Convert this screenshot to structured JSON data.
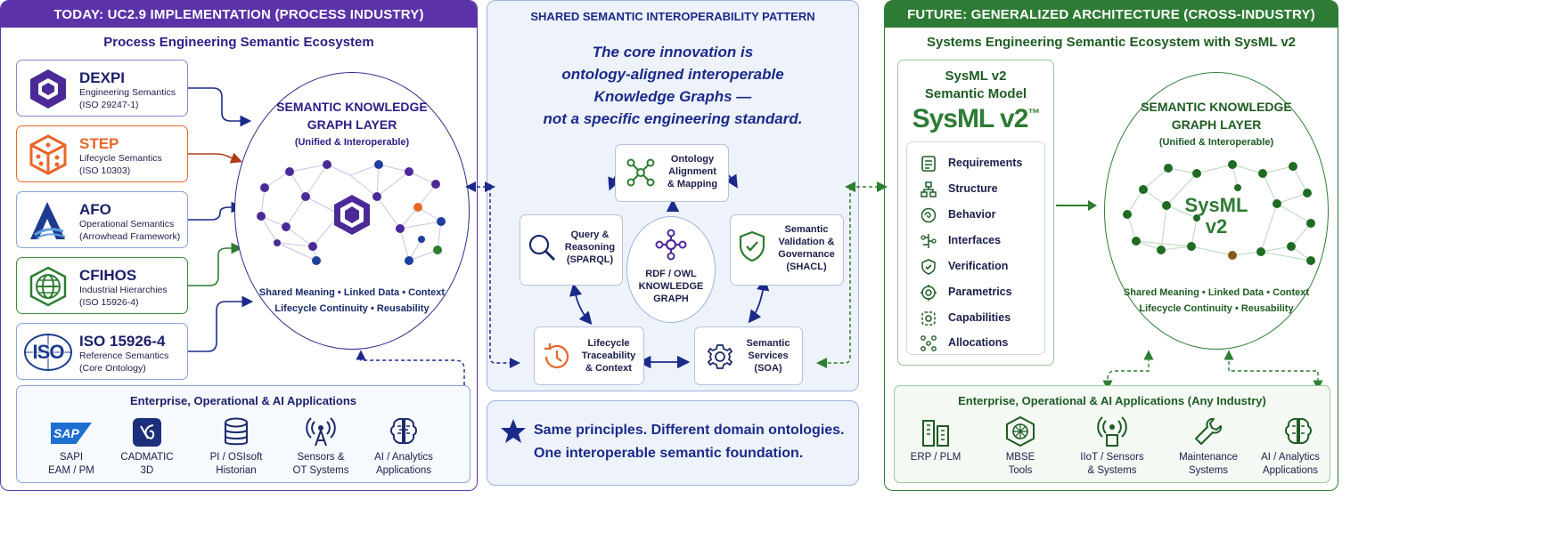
{
  "left": {
    "header": "TODAY: UC2.9 IMPLEMENTATION (PROCESS INDUSTRY)",
    "subtitle": "Process Engineering Semantic Ecosystem",
    "standards": [
      {
        "name": "DEXPI",
        "line1": "Engineering Semantics",
        "line2": "(ISO 29247-1)"
      },
      {
        "name": "STEP",
        "line1": "Lifecycle Semantics",
        "line2": "(ISO 10303)"
      },
      {
        "name": "AFO",
        "line1": "Operational Semantics",
        "line2": "(Arrowhead Framework)"
      },
      {
        "name": "CFIHOS",
        "line1": "Industrial Hierarchies",
        "line2": "(ISO 15926-4)"
      },
      {
        "name": "ISO 15926-4",
        "line1": "Reference Semantics",
        "line2": "(Core Ontology)",
        "logo_text": "ISO"
      }
    ],
    "kg": {
      "title1": "SEMANTIC KNOWLEDGE",
      "title2": "GRAPH LAYER",
      "subtitle": "(Unified & Interoperable)",
      "footer1": "Shared Meaning • Linked Data • Context",
      "footer2": "Lifecycle Continuity • Reusability"
    },
    "apps": {
      "title": "Enterprise, Operational & AI Applications",
      "items": [
        {
          "line1": "SAPI",
          "line2": "EAM / PM",
          "logo": "SAP"
        },
        {
          "line1": "CADMATIC",
          "line2": "3D"
        },
        {
          "line1": "PI / OSIsoft",
          "line2": "Historian"
        },
        {
          "line1": "Sensors &",
          "line2": "OT Systems"
        },
        {
          "line1": "AI / Analytics",
          "line2": "Applications"
        }
      ]
    }
  },
  "middle": {
    "header": "SHARED SEMANTIC INTEROPERABILITY PATTERN",
    "quote": [
      "The core innovation is",
      "ontology-aligned interoperable",
      "Knowledge Graphs —",
      "not a specific engineering standard."
    ],
    "center": [
      "RDF / OWL",
      "KNOWLEDGE",
      "GRAPH"
    ],
    "nodes": [
      {
        "name": "ontology",
        "lines": [
          "Ontology",
          "Alignment",
          "& Mapping"
        ]
      },
      {
        "name": "validation",
        "lines": [
          "Semantic",
          "Validation &",
          "Governance",
          "(SHACL)"
        ]
      },
      {
        "name": "services",
        "lines": [
          "Semantic",
          "Services",
          "(SOA)"
        ]
      },
      {
        "name": "lifecycle",
        "lines": [
          "Lifecycle",
          "Traceability",
          "& Context"
        ]
      },
      {
        "name": "query",
        "lines": [
          "Query &",
          "Reasoning",
          "(SPARQL)"
        ]
      }
    ],
    "principle1": "Same principles. Different domain ontologies.",
    "principle2": "One interoperable semantic foundation."
  },
  "right": {
    "header": "FUTURE: GENERALIZED ARCHITECTURE (CROSS-INDUSTRY)",
    "subtitle": "Systems Engineering Semantic Ecosystem with SysML v2",
    "sysml": {
      "title1": "SysML v2",
      "title2": "Semantic Model",
      "logo": "SysML v2",
      "tm": "™",
      "items": [
        "Requirements",
        "Structure",
        "Behavior",
        "Interfaces",
        "Verification",
        "Parametrics",
        "Capabilities",
        "Allocations"
      ]
    },
    "kg": {
      "title1": "SEMANTIC KNOWLEDGE",
      "title2": "GRAPH LAYER",
      "subtitle": "(Unified & Interoperable)",
      "center1": "SysML",
      "center2": "v2",
      "footer1": "Shared Meaning • Linked Data • Context",
      "footer2": "Lifecycle Continuity • Reusability"
    },
    "apps": {
      "title": "Enterprise, Operational & AI Applications (Any Industry)",
      "items": [
        {
          "line1": "ERP / PLM",
          "line2": ""
        },
        {
          "line1": "MBSE",
          "line2": "Tools"
        },
        {
          "line1": "IIoT / Sensors",
          "line2": "& Systems"
        },
        {
          "line1": "Maintenance",
          "line2": "Systems"
        },
        {
          "line1": "AI / Analytics",
          "line2": "Applications"
        }
      ]
    }
  },
  "colors": {
    "purple": "#4b2a98",
    "purple_header": "#5b32a8",
    "navy": "#1b2a8a",
    "green": "#2f7d32",
    "green_header": "#2e7b35",
    "orange": "#e8662a",
    "blue_bg": "#eef3fb"
  }
}
